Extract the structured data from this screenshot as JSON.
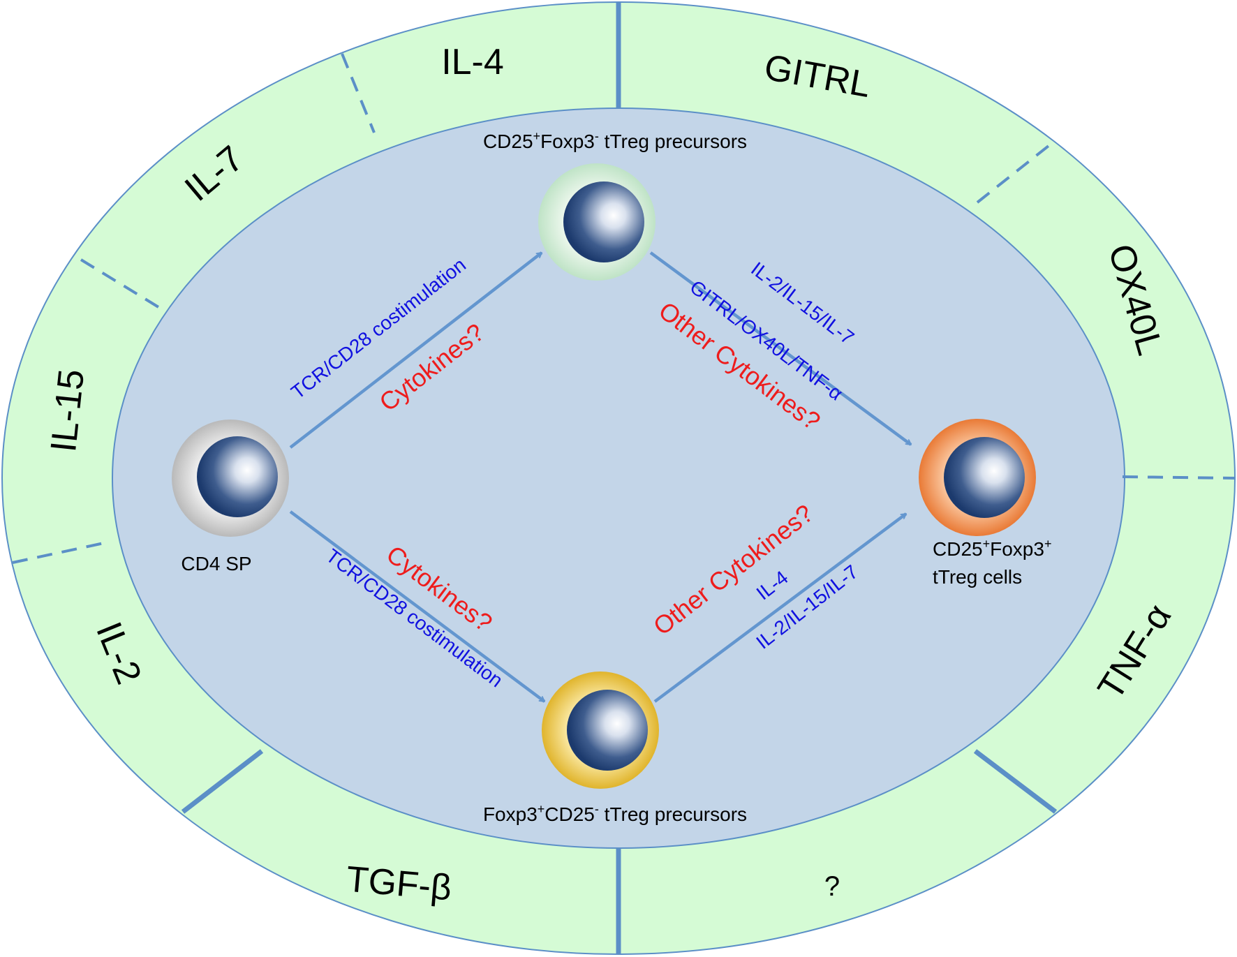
{
  "colors": {
    "outer_ring": "#d5fbd5",
    "inner_ellipse": "#c3d5e8",
    "stroke": "#5b8fc7",
    "arrow": "#6396cf",
    "blue_text": "#1010e0",
    "red_text": "#ee1c1c"
  },
  "ring": {
    "il4": "IL-4",
    "gitrl": "GITRL",
    "il7": "IL-7",
    "ox40l": "OX40L",
    "il15": "IL-15",
    "il2": "IL-2",
    "tnfa": "TNF-α",
    "tgfb": "TGF-β",
    "unknown": "?"
  },
  "cells": {
    "cd4_sp": {
      "label": "CD4 SP",
      "halo": "gray"
    },
    "top_precursor": {
      "label_a": "CD25",
      "sup_a": "+",
      "label_b": "Foxp3",
      "sup_b": "-",
      "label_c": " tTreg precursors",
      "halo": "green"
    },
    "bottom_precursor": {
      "label_a": "Foxp3",
      "sup_a": "+",
      "label_b": "CD25",
      "sup_b": "-",
      "label_c": " tTreg precursors",
      "halo": "yellow"
    },
    "treg": {
      "label_a": "CD25",
      "sup_a": "+",
      "label_b": "Foxp3",
      "sup_b": "+",
      "label_line2": "tTreg cells",
      "halo": "orange"
    }
  },
  "paths": {
    "upper_left_blue": "TCR/CD28 costimulation",
    "upper_left_red": "Cytokines?",
    "upper_right_blue1": "IL-2/IL-15/IL-7",
    "upper_right_blue2": "GITRL/OX40L/TNF-α",
    "upper_right_red": "Other Cytokines?",
    "lower_left_red": "Cytokines?",
    "lower_left_blue": "TCR/CD28 costimulation",
    "lower_right_red": "Other Cytokines?",
    "lower_right_blue1": "IL-4",
    "lower_right_blue2": "IL-2/IL-15/IL-7"
  }
}
